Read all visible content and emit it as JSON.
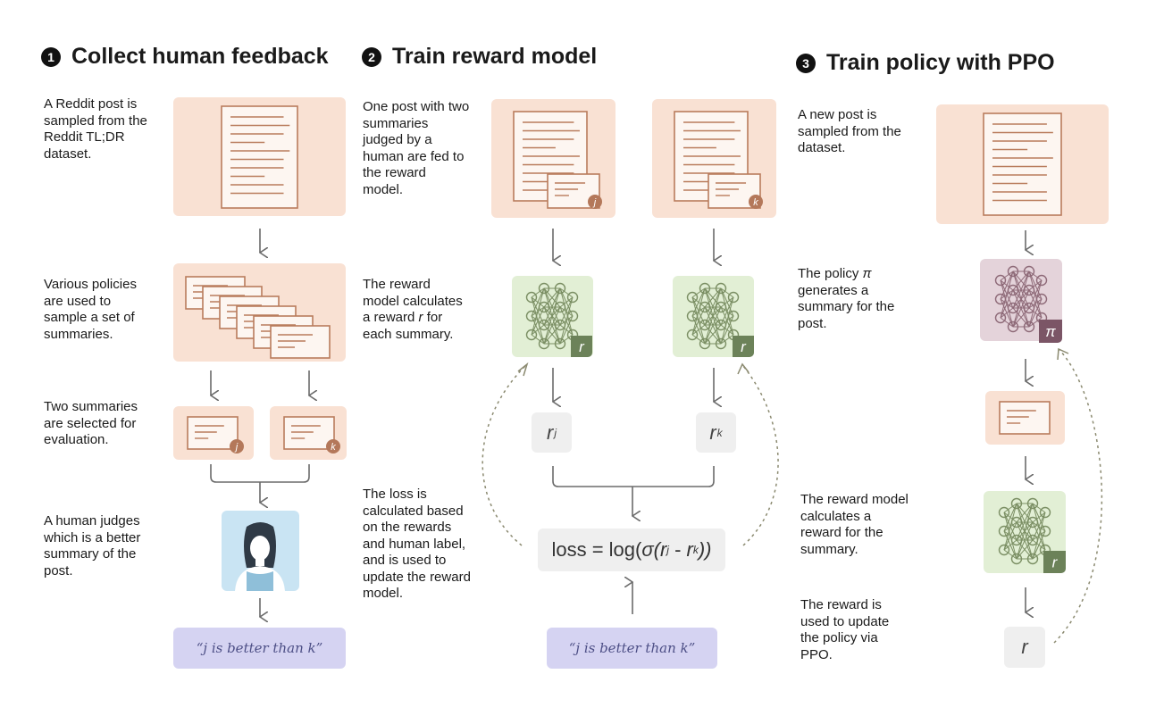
{
  "colors": {
    "doc_stroke": "#b97c5c",
    "nn_stroke": "#7b8f64",
    "pi_nn_stroke": "#8e6a78",
    "badge_green": "#6c8259",
    "badge_purple": "#7b5566",
    "badge_brown": "#b4785a",
    "arrow": "#6b6b6b",
    "dotted_arrow": "#8b8a70",
    "quote_text": "#4d4f86"
  },
  "sections": [
    {
      "number": "1",
      "title": "Collect human feedback",
      "descriptions": [
        "A Reddit post is sampled from the Reddit TL;DR dataset.",
        "Various policies are used to sample a set of summaries.",
        "Two summaries are selected for evaluation.",
        "A human judges which is a better summary of the post."
      ],
      "badges": [
        "j",
        "k"
      ],
      "quote": "“j is better than k”"
    },
    {
      "number": "2",
      "title": "Train reward model",
      "descriptions": {
        "intro": "One post with two summaries judged by a human are fed to the reward model.",
        "reward_pre": "The reward model calculates a reward ",
        "reward_var": "r",
        "reward_post": " for each summary.",
        "loss": "The loss is calculated based on the rewards and human label, and is used to update the reward model."
      },
      "badges": [
        "j",
        "k"
      ],
      "model_badge": "r",
      "reward_left": {
        "symbol": "r",
        "sub": "j"
      },
      "reward_right": {
        "symbol": "r",
        "sub": "k"
      },
      "loss_formula": {
        "prefix": "loss = log(",
        "sigma": "σ",
        "open": "(",
        "r1": "r",
        "s1": "j",
        "minus": " - ",
        "r2": "r",
        "s2": "k",
        "close": "))"
      },
      "quote": "“j is better than k”"
    },
    {
      "number": "3",
      "title": "Train policy with PPO",
      "descriptions": {
        "new_post": "A new post is sampled from the dataset.",
        "policy_pre": "The policy ",
        "policy_var": "π",
        "policy_post": " generates a summary for the post.",
        "reward": "The reward model calculates a reward for the summary.",
        "update": "The reward is used to update the policy via PPO."
      },
      "policy_badge": "π",
      "model_badge": "r",
      "reward_symbol": "r"
    }
  ]
}
